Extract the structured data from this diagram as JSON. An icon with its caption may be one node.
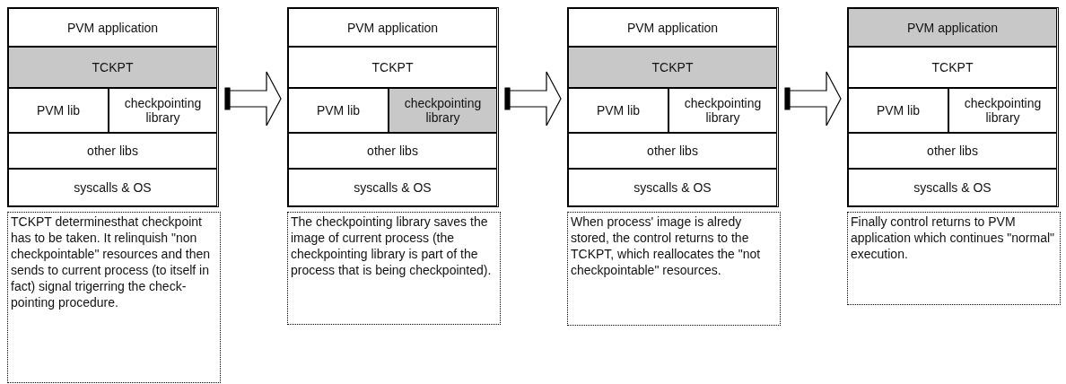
{
  "diagram": {
    "nodes": [
      {
        "text": [],
        "shape": "box"
      },
      {
        "text": [
          "PVM application"
        ],
        "in": 0
      },
      {
        "text": [
          "TCKPT"
        ],
        "in": 0
      },
      {
        "text": [
          "PVM lib"
        ],
        "in": 0
      },
      {
        "text": [
          "checkpointing library"
        ],
        "in": 0
      },
      {
        "text": [
          "other libs"
        ],
        "in": 0
      },
      {
        "text": [
          "syscalls & OS"
        ],
        "in": 0
      },
      {
        "text": [
          "TCKPT determinesthat checkpoint has to be taken. It relinquish \"non checkpointable\" resources and then sends to current process (to itself in fact) signal trigerring the check-pointing procedure."
        ]
      },
      {
        "text": [],
        "shape": "box"
      },
      {
        "text": [
          "PVM application"
        ],
        "in": 8
      },
      {
        "text": [
          "TCKPT"
        ],
        "in": 8
      },
      {
        "text": [
          "PVM lib"
        ],
        "in": 8
      },
      {
        "text": [
          "checkpointing library"
        ],
        "in": 8
      },
      {
        "text": [
          "other libs"
        ],
        "in": 8
      },
      {
        "text": [
          "syscalls & OS"
        ],
        "in": 8
      },
      {
        "text": [
          "The checkpointing library saves the image of current process (the checkpointing library is part of the process that is being checkpointed)."
        ]
      },
      {
        "text": [],
        "shape": "box"
      },
      {
        "text": [
          "PVM application"
        ],
        "in": 16
      },
      {
        "text": [
          "TCKPT"
        ],
        "in": 16
      },
      {
        "text": [
          "PVM lib"
        ],
        "in": 16
      },
      {
        "text": [
          "checkpointing library"
        ],
        "in": 16
      },
      {
        "text": [
          "other libs"
        ],
        "in": 16
      },
      {
        "text": [
          "syscalls & OS"
        ],
        "in": 16
      },
      {
        "text": [
          "When process' image is alredy stored, the control returns to the TCKPT, which reallocates the \"not checkpointable\"  resources."
        ]
      },
      {
        "text": [],
        "shape": "box"
      },
      {
        "text": [
          "PVM application"
        ],
        "in": 24
      },
      {
        "text": [
          "TCKPT"
        ],
        "in": 24
      },
      {
        "text": [
          "PVM lib"
        ],
        "in": 24
      },
      {
        "text": [
          "checkpointing library"
        ],
        "in": 24
      },
      {
        "text": [
          "other libs"
        ],
        "in": 24
      },
      {
        "text": [
          "syscalls & OS"
        ],
        "in": 24
      },
      {
        "text": [
          "Finally control returns to PVM application which continues \"normal\" execution."
        ]
      }
    ],
    "edges": [
      {
        "from": 0,
        "to": 8,
        "arrow": "to"
      },
      {
        "from": 8,
        "to": 16,
        "arrow": "to"
      },
      {
        "from": 16,
        "to": 24,
        "arrow": "to"
      }
    ]
  }
}
